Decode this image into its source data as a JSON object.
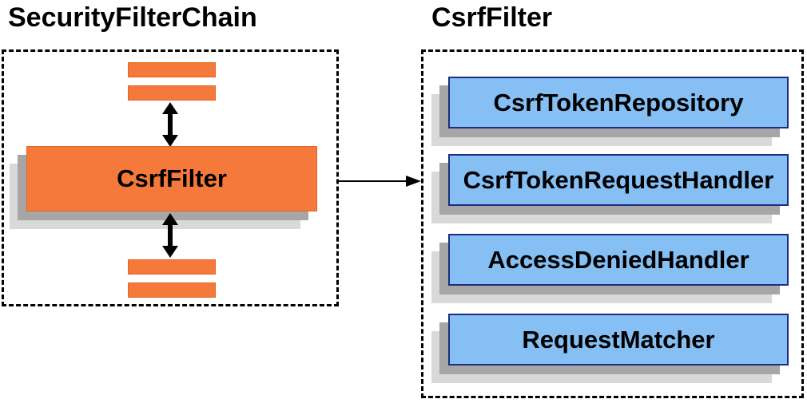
{
  "left_panel": {
    "title": "SecurityFilterChain",
    "filter_box": {
      "label": "CsrfFilter"
    }
  },
  "right_panel": {
    "title": "CsrfFilter",
    "components": [
      {
        "label": "CsrfTokenRepository"
      },
      {
        "label": "CsrfTokenRequestHandler"
      },
      {
        "label": "AccessDeniedHandler"
      },
      {
        "label": "RequestMatcher"
      }
    ]
  },
  "icons": {
    "double_arrow_top": "double-headed-vertical-arrow",
    "double_arrow_bottom": "double-headed-vertical-arrow",
    "arrow_right": "right-arrow"
  },
  "colors": {
    "orange": "#F4793B",
    "orange_border": "#E2651F",
    "blue": "#85BFF4",
    "blue_border": "#1F2D80",
    "shadow_mid": "#A6A6A6",
    "shadow_light": "#D9D9D9",
    "arrow": "#000000",
    "text": "#000000"
  }
}
